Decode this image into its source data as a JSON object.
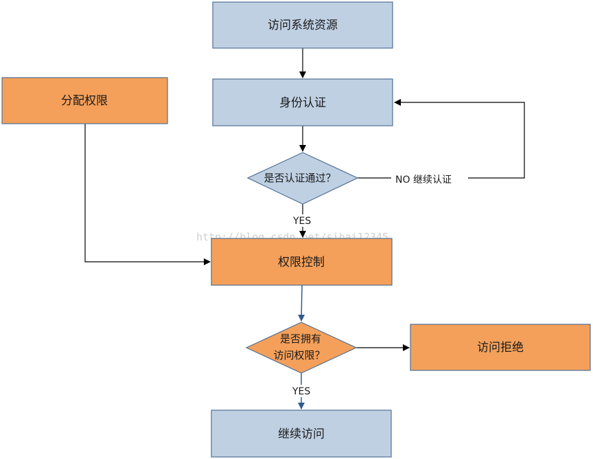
{
  "colors": {
    "blue_fill": "#c0d0e3",
    "blue_stroke": "#4f6f95",
    "orange_fill": "#f4a05a",
    "orange_stroke": "#4f6f95",
    "line_black": "#000000",
    "line_blue": "#2f5b8f"
  },
  "nodes": {
    "access_resource": "访问系统资源",
    "authenticate": "身份认证",
    "auth_passed": "是否认证通过？",
    "assign_permissions": "分配权限",
    "access_control": "权限控制",
    "has_permission_line1": "是否拥有",
    "has_permission_line2": "访问权限？",
    "access_denied": "访问拒绝",
    "continue_access": "继续访问"
  },
  "edges": {
    "yes_1": "YES",
    "no_retry": "NO 继续认证",
    "yes_2": "YES"
  },
  "watermark": "http://blog.csdn.net/sihai12345"
}
